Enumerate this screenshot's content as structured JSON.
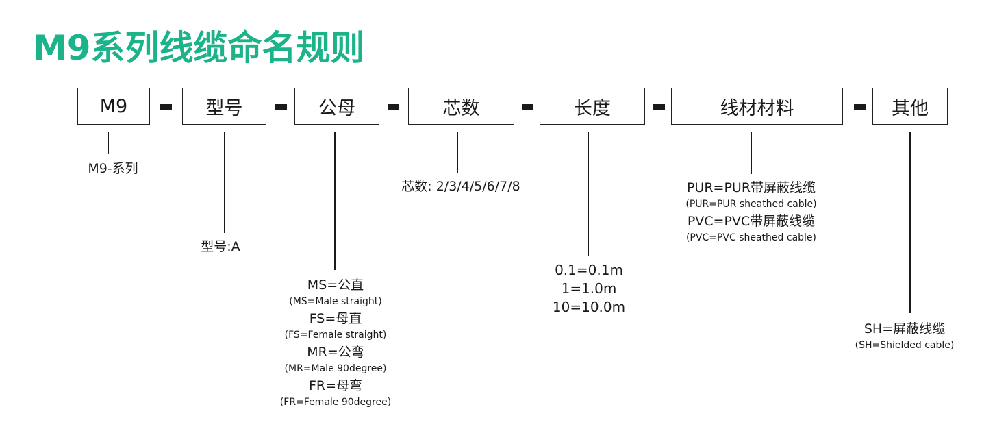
{
  "title": "M9系列线缆命名规则",
  "colors": {
    "title": "#1cb38a",
    "line": "#1a1a1a"
  },
  "separator": "-",
  "segments": [
    {
      "box": "M9",
      "lines": [
        "M9-系列"
      ]
    },
    {
      "box": "型号",
      "lines": [
        "型号:A"
      ]
    },
    {
      "box": "公母",
      "lines": [
        "MS=公直",
        "(MS=Male straight)",
        "FS=母直",
        "(FS=Female straight)",
        "MR=公弯",
        "(MR=Male 90degree)",
        "FR=母弯",
        "(FR=Female 90degree)"
      ]
    },
    {
      "box": "芯数",
      "lines": [
        "芯数: 2/3/4/5/6/7/8"
      ]
    },
    {
      "box": "长度",
      "lines": [
        "0.1=0.1m",
        "1=1.0m",
        "10=10.0m"
      ]
    },
    {
      "box": "线材材料",
      "lines": [
        "PUR=PUR带屏蔽线缆",
        "(PUR=PUR sheathed cable)",
        "PVC=PVC带屏蔽线缆",
        "(PVC=PVC sheathed cable)"
      ]
    },
    {
      "box": "其他",
      "lines": [
        "SH=屏蔽线缆",
        "(SH=Shielded cable)"
      ]
    }
  ]
}
